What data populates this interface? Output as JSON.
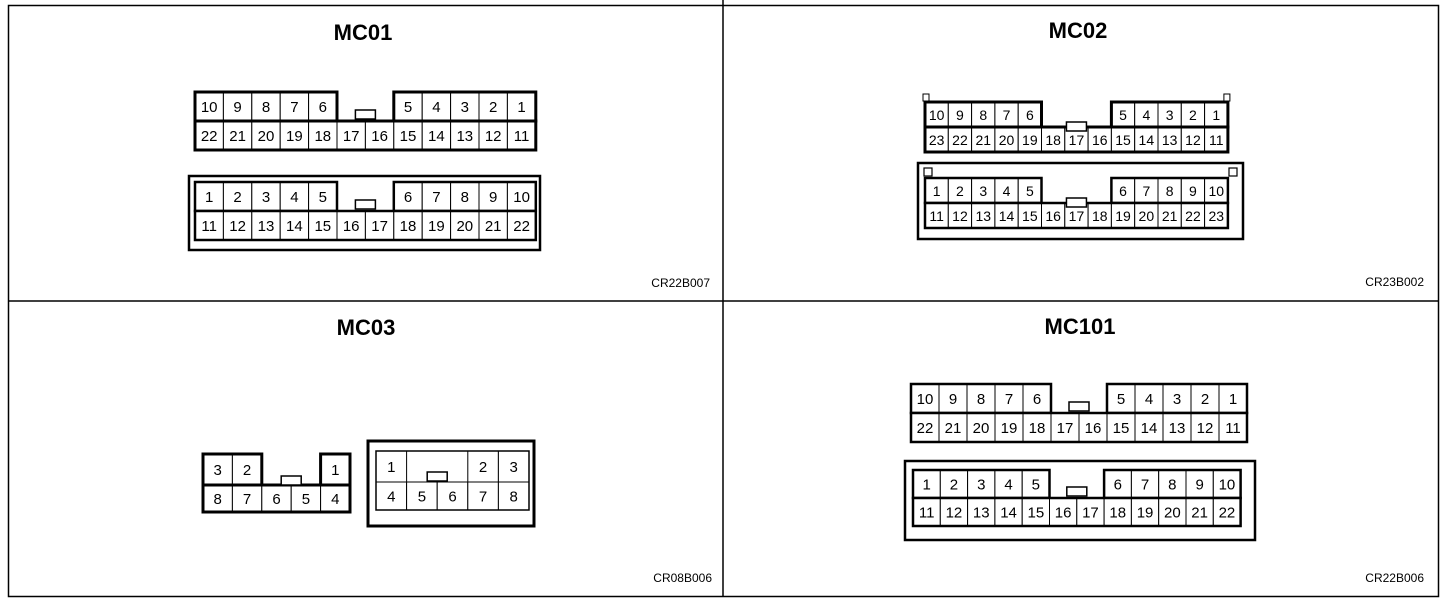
{
  "panels": [
    {
      "id": "mc01",
      "title": "MC01",
      "code": "CR22B007",
      "connectors": [
        {
          "kind": "plug-dual",
          "top_left": [
            "10",
            "9",
            "8",
            "7",
            "6"
          ],
          "top_right": [
            "5",
            "4",
            "3",
            "2",
            "1"
          ],
          "bottom": [
            "22",
            "21",
            "20",
            "19",
            "18",
            "17",
            "16",
            "15",
            "14",
            "13",
            "12",
            "11"
          ]
        },
        {
          "kind": "socket-dual",
          "top_left": [
            "1",
            "2",
            "3",
            "4",
            "5"
          ],
          "top_right": [
            "6",
            "7",
            "8",
            "9",
            "10"
          ],
          "bottom": [
            "11",
            "12",
            "13",
            "14",
            "15",
            "16",
            "17",
            "18",
            "19",
            "20",
            "21",
            "22"
          ]
        }
      ]
    },
    {
      "id": "mc02",
      "title": "MC02",
      "code": "CR23B002",
      "connectors": [
        {
          "kind": "plug-dual",
          "top_left": [
            "10",
            "9",
            "8",
            "7",
            "6"
          ],
          "top_right": [
            "5",
            "4",
            "3",
            "2",
            "1"
          ],
          "bottom": [
            "23",
            "22",
            "21",
            "20",
            "19",
            "18",
            "17",
            "16",
            "15",
            "14",
            "13",
            "12",
            "11"
          ]
        },
        {
          "kind": "socket-dual",
          "top_left": [
            "1",
            "2",
            "3",
            "4",
            "5"
          ],
          "top_right": [
            "6",
            "7",
            "8",
            "9",
            "10"
          ],
          "bottom": [
            "11",
            "12",
            "13",
            "14",
            "15",
            "16",
            "17",
            "18",
            "19",
            "20",
            "21",
            "22",
            "23"
          ]
        }
      ]
    },
    {
      "id": "mc03",
      "title": "MC03",
      "code": "CR08B006",
      "connectors": [
        {
          "kind": "plug-small",
          "top_left": [
            "3",
            "2"
          ],
          "top_right": [
            "1"
          ],
          "bottom": [
            "8",
            "7",
            "6",
            "5",
            "4"
          ]
        },
        {
          "kind": "socket-small",
          "top_left": [
            "1"
          ],
          "top_right": [
            "2",
            "3"
          ],
          "bottom": [
            "4",
            "5",
            "6",
            "7",
            "8"
          ]
        }
      ]
    },
    {
      "id": "mc101",
      "title": "MC101",
      "code": "CR22B006",
      "connectors": [
        {
          "kind": "plug-dual",
          "top_left": [
            "10",
            "9",
            "8",
            "7",
            "6"
          ],
          "top_right": [
            "5",
            "4",
            "3",
            "2",
            "1"
          ],
          "bottom": [
            "22",
            "21",
            "20",
            "19",
            "18",
            "17",
            "16",
            "15",
            "14",
            "13",
            "12",
            "11"
          ]
        },
        {
          "kind": "socket-dual",
          "top_left": [
            "1",
            "2",
            "3",
            "4",
            "5"
          ],
          "top_right": [
            "6",
            "7",
            "8",
            "9",
            "10"
          ],
          "bottom": [
            "11",
            "12",
            "13",
            "14",
            "15",
            "16",
            "17",
            "18",
            "19",
            "20",
            "21",
            "22"
          ]
        }
      ]
    }
  ]
}
